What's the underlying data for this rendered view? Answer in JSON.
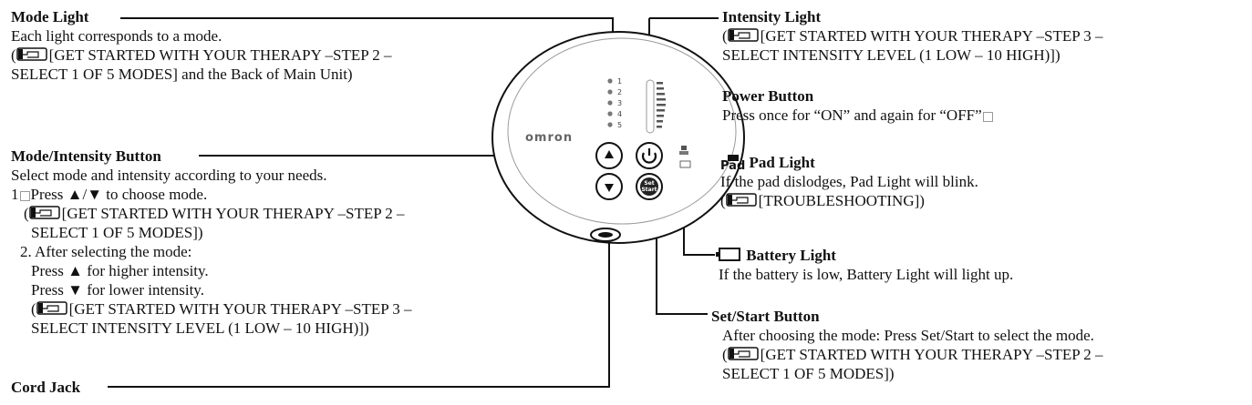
{
  "mode_light": {
    "title": "Mode Light",
    "line1": "Each light corresponds to a mode.",
    "line2": "[GET STARTED WITH YOUR THERAPY –STEP 2 –",
    "line3": "SELECT 1 OF 5 MODES] and the Back of Main Unit)"
  },
  "mode_intensity_button": {
    "title": "Mode/Intensity Button",
    "line1": "Select mode and intensity according to your needs.",
    "step1": "Press ▲/▼ to choose mode.",
    "step1_ref": "[GET STARTED WITH YOUR THERAPY –STEP 2 –",
    "step1_ref2": "SELECT 1 OF 5 MODES])",
    "step2": "2. After selecting the mode:",
    "up": "Press ▲ for higher intensity.",
    "down": "Press ▼ for lower intensity.",
    "step2_ref": "[GET STARTED WITH YOUR THERAPY –STEP 3 –",
    "step2_ref2": "SELECT INTENSITY LEVEL (1 LOW – 10 HIGH)])"
  },
  "cord_jack": {
    "title": "Cord Jack"
  },
  "intensity_light": {
    "title": "Intensity Light",
    "line1": "[GET STARTED WITH YOUR THERAPY –STEP 3 –",
    "line2": "SELECT INTENSITY LEVEL (1 LOW – 10 HIGH)])"
  },
  "power_button": {
    "title": "Power Button",
    "line1": "Press once for “ON” and again for “OFF”"
  },
  "pad_light": {
    "title": "Pad Light",
    "icon_text": "Pad",
    "line1": "If the pad dislodges, Pad Light will blink.",
    "line2": "[TROUBLESHOOTING])"
  },
  "battery_light": {
    "title": "Battery Light",
    "line1": "If the battery is low, Battery Light will light up."
  },
  "set_start_button": {
    "title": "Set/Start Button",
    "line1": "After choosing the mode: Press Set/Start to select the mode.",
    "line2": "[GET STARTED WITH YOUR THERAPY –STEP 2 –",
    "line3": "SELECT 1 OF 5 MODES])"
  },
  "device": {
    "brand": "omron",
    "mode_numbers": [
      "1",
      "2",
      "3",
      "4",
      "5"
    ],
    "set_label_1": "Set",
    "set_label_2": "Start"
  }
}
